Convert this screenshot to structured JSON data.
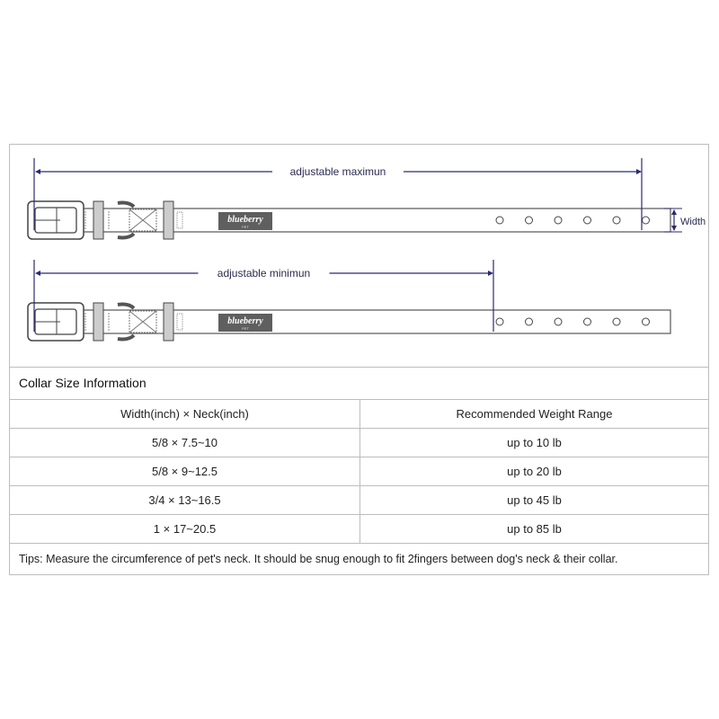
{
  "diagram": {
    "max_label": "adjustable maximun",
    "min_label": "adjustable minimun",
    "width_label": "Width",
    "logo": {
      "name": "blueberry",
      "sub": "PET"
    },
    "arrow_color": "#2b2a6e"
  },
  "info": {
    "title": "Collar Size Information",
    "headers": [
      "Width(inch)  ×  Neck(inch)",
      "Recommended Weight Range"
    ],
    "rows": [
      [
        "5/8 × 7.5~10",
        "up to 10 lb"
      ],
      [
        "5/8 × 9~12.5",
        "up to 20 lb"
      ],
      [
        "3/4 × 13~16.5",
        "up to 45 lb"
      ],
      [
        "1 × 17~20.5",
        "up to 85 lb"
      ]
    ],
    "tips": "Tips: Measure the circumference of pet's neck. It should be snug enough to fit 2fingers between dog's neck & their collar."
  }
}
